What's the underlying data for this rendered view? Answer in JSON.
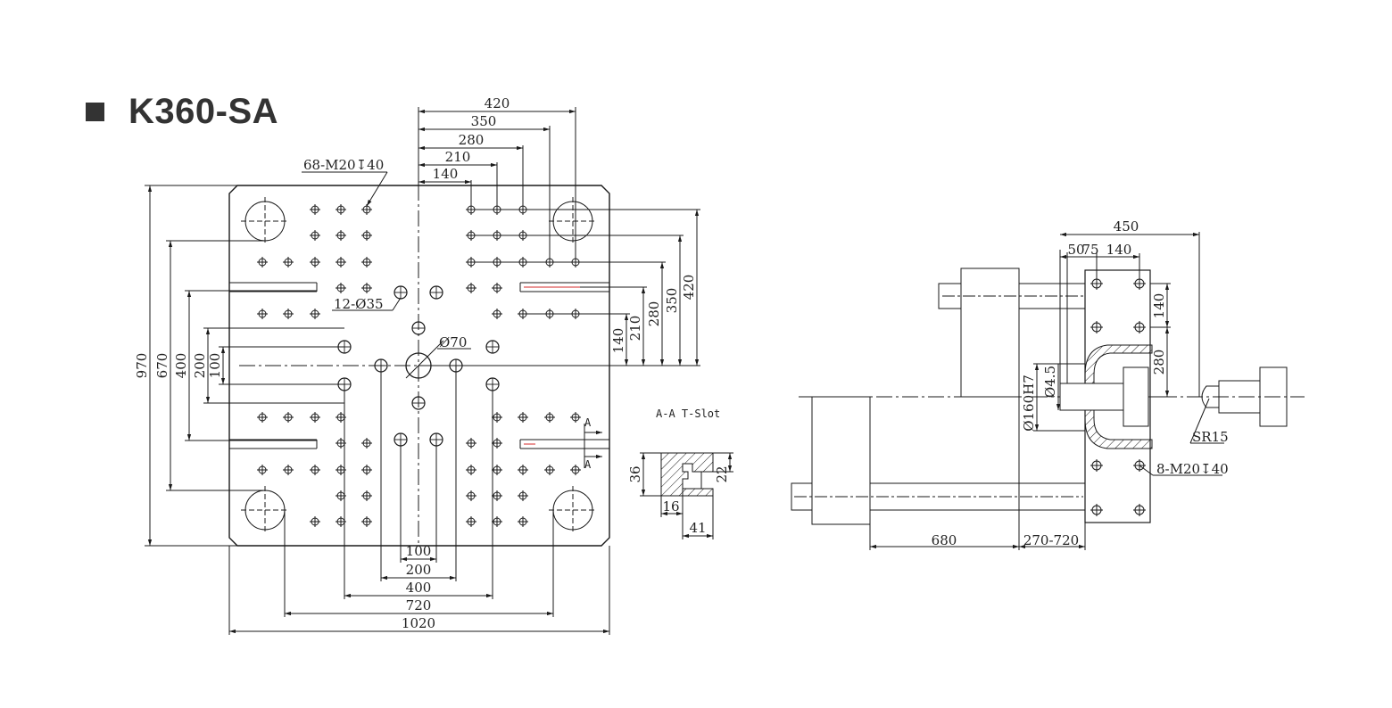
{
  "title": "K360-SA",
  "colors": {
    "line": "#1a1a1a",
    "accent": "#d42a2a",
    "title": "#333333"
  },
  "platen": {
    "tapping_note": "68-M20↧40",
    "hole_note": "12-Ø35",
    "center_note": "Ø70",
    "top_dims": [
      "420",
      "350",
      "280",
      "210",
      "140"
    ],
    "right_dims": [
      "420",
      "350",
      "280",
      "210",
      "140"
    ],
    "left_dims": [
      "970",
      "670",
      "400",
      "200",
      "100"
    ],
    "bottom_dims": [
      "100",
      "200",
      "400",
      "720",
      "1020"
    ]
  },
  "tslot": {
    "label": "A-A T-Slot",
    "section_mark": "A",
    "dims": {
      "height": "36",
      "inner": "22",
      "bottom": "16",
      "width": "41"
    }
  },
  "side_view": {
    "top_dims": {
      "total": "450",
      "a": "50",
      "b": "75",
      "c": "140"
    },
    "right_dims": [
      "140",
      "280"
    ],
    "left_dims": [
      "Ø160H7",
      "Ø4.5"
    ],
    "bottom_dims": [
      "680",
      "270-720"
    ],
    "notes": {
      "sphere": "SR15",
      "tapping": "8-M20↧40"
    }
  }
}
